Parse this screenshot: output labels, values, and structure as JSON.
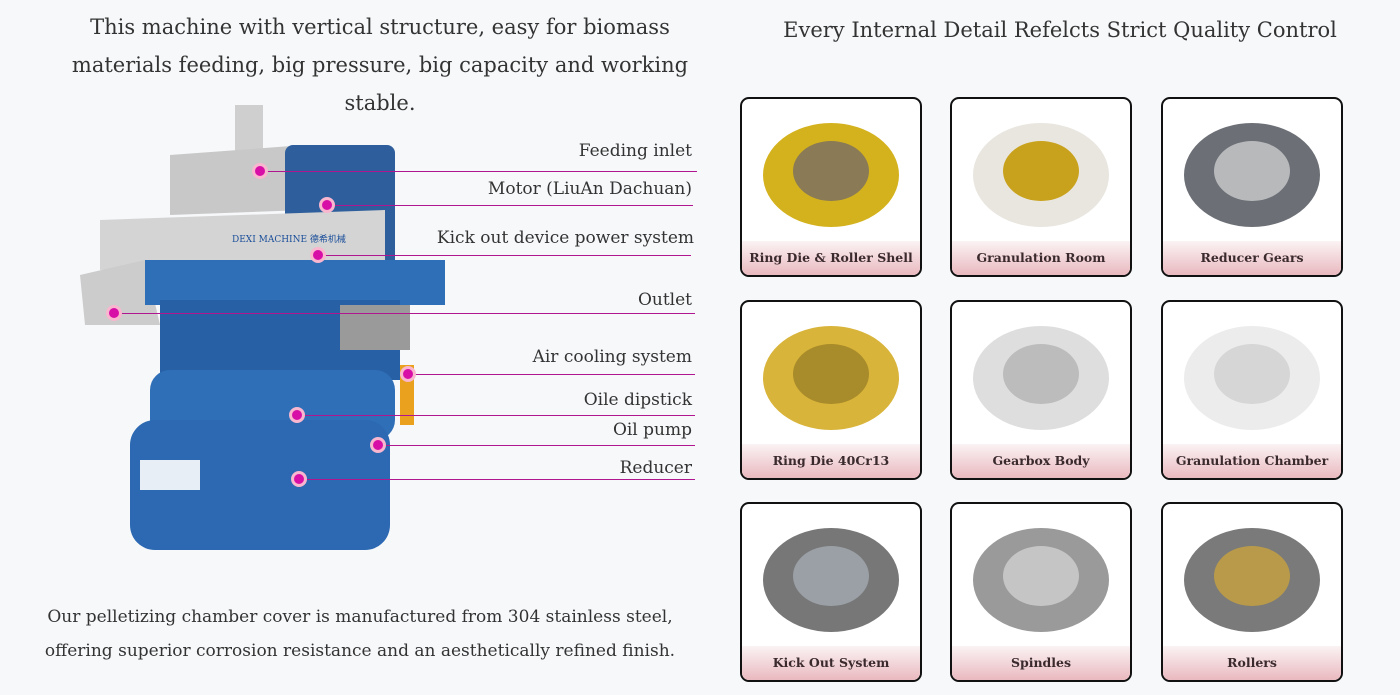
{
  "intro": [
    "This machine with vertical structure, easy for biomass",
    "materials feeding, big pressure, big capacity and working stable."
  ],
  "outro": [
    "Our pelletizing chamber cover is manufactured from 304 stainless steel,",
    "offering superior corrosion resistance and an aesthetically refined finish."
  ],
  "title": "Every Internal Detail Refelcts Strict Quality Control",
  "labels": [
    "Feeding inlet",
    "Motor (LiuAn Dachuan)",
    "Kick out device power system",
    "Outlet",
    "Air cooling system",
    "Oile dipstick",
    "Oil pump",
    "Reducer"
  ],
  "logo": "DEXI MACHINE 德希机械",
  "cards": [
    "Ring Die & Roller Shell",
    "Granulation Room",
    "Reducer Gears",
    "Ring Die 40Cr13",
    "Gearbox Body",
    "Granulation Chamber",
    "Kick Out System",
    "Spindles",
    "Rollers"
  ],
  "colors": {
    "accent": "#b0168f",
    "machine": "#2f6fb8"
  }
}
